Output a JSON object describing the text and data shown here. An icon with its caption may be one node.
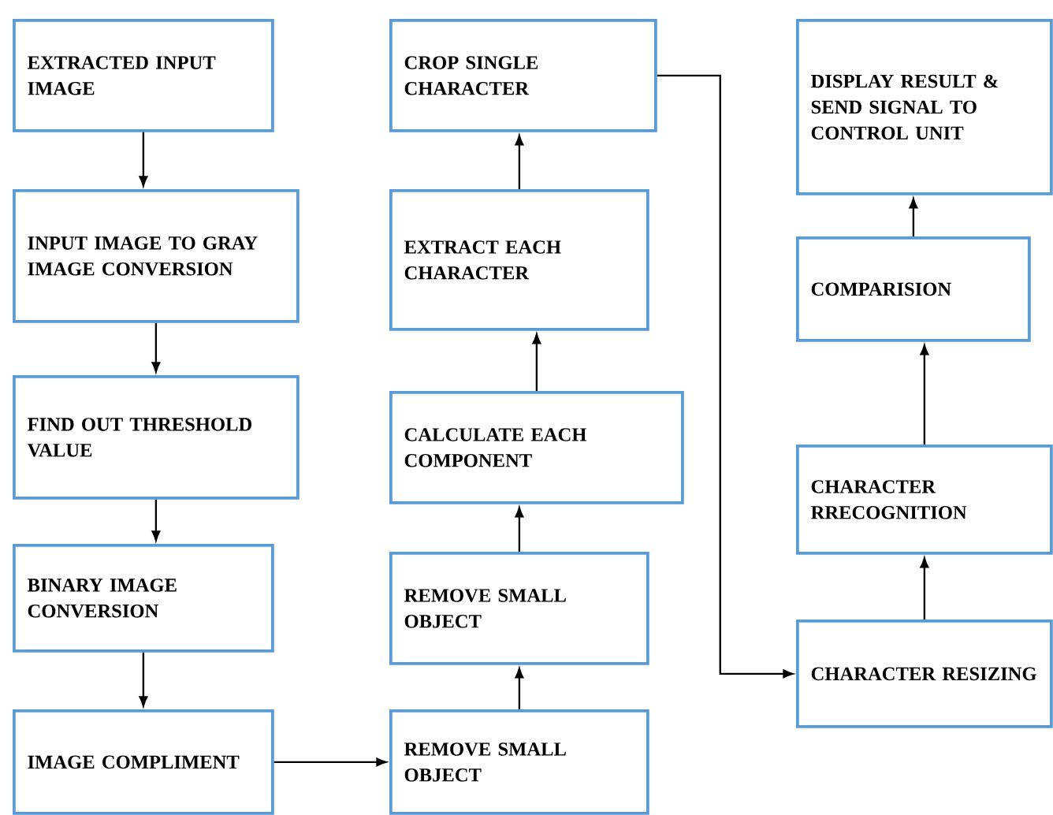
{
  "diagram": {
    "nodes": [
      {
        "text": [
          "EXTRACTED INPUT IMAGE"
        ]
      },
      {
        "text": [
          "INPUT IMAGE TO GRAY IMAGE CONVERSION"
        ]
      },
      {
        "text": [
          "FIND OUT THRESHOLD VALUE"
        ]
      },
      {
        "text": [
          "BINARY IMAGE CONVERSION"
        ]
      },
      {
        "text": [
          "IMAGE COMPLIMENT"
        ]
      },
      {
        "text": [
          "REMOVE SMALL OBJECT"
        ]
      },
      {
        "text": [
          "REMOVE SMALL OBJECT"
        ]
      },
      {
        "text": [
          "CALCULATE EACH COMPONENT"
        ]
      },
      {
        "text": [
          "EXTRACT EACH CHARACTER"
        ]
      },
      {
        "text": [
          "CROP SINGLE CHARACTER"
        ]
      },
      {
        "text": [
          "CHARACTER RESIZING"
        ]
      },
      {
        "text": [
          "CHARACTER RRECOGNITION"
        ]
      },
      {
        "text": [
          "COMPARISION"
        ]
      },
      {
        "text": [
          "DISPLAY RESULT & SEND SIGNAL TO CONTROL UNIT"
        ]
      }
    ],
    "edges": [
      {
        "from": 0,
        "to": 1,
        "arrow": "to"
      },
      {
        "from": 1,
        "to": 2,
        "arrow": "to"
      },
      {
        "from": 2,
        "to": 3,
        "arrow": "to"
      },
      {
        "from": 3,
        "to": 4,
        "arrow": "to"
      },
      {
        "from": 4,
        "to": 5,
        "arrow": "to"
      },
      {
        "from": 5,
        "to": 6,
        "arrow": "to"
      },
      {
        "from": 6,
        "to": 7,
        "arrow": "to"
      },
      {
        "from": 7,
        "to": 8,
        "arrow": "to"
      },
      {
        "from": 8,
        "to": 9,
        "arrow": "to"
      },
      {
        "from": 9,
        "to": 10,
        "arrow": "to"
      },
      {
        "from": 10,
        "to": 11,
        "arrow": "to"
      },
      {
        "from": 11,
        "to": 12,
        "arrow": "to"
      },
      {
        "from": 12,
        "to": 13,
        "arrow": "to"
      }
    ]
  }
}
